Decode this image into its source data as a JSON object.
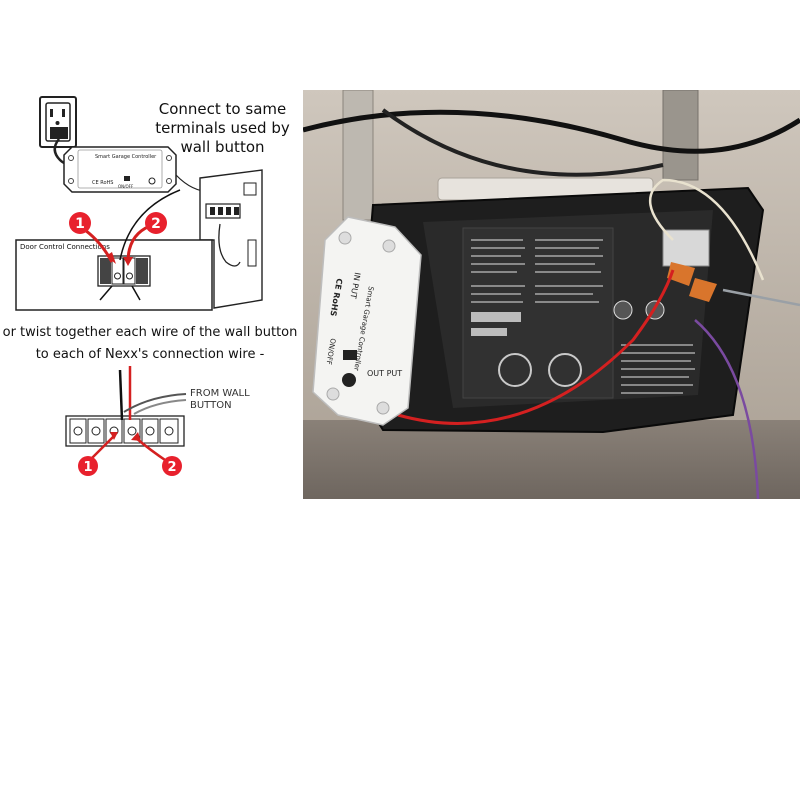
{
  "diagram": {
    "caption_top": "Connect to same terminals used by wall button",
    "caption_middle": "or twist together each wire of the wall button to each of Nexx's connection wire -",
    "caption_wall": "FROM WALL BUTTON",
    "door_panel_label": "Door Control Connections",
    "marker_1": "1",
    "marker_2": "2",
    "device_name": "Smart Garage Controller",
    "device_cert": "CE RoHS",
    "device_button": "ON/OFF",
    "device_input": "IN PUT",
    "device_output": "OUT PUT",
    "colors": {
      "marker_red": "#e8212d",
      "wire_red": "#d42020",
      "wire_black": "#111111",
      "wire_gray": "#777777",
      "device_white": "#f4f4f2",
      "opener_dark": "#1e1e1e"
    }
  }
}
